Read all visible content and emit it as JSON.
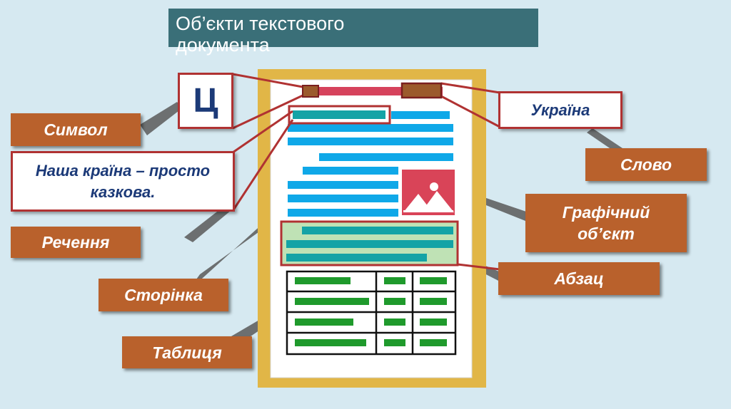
{
  "title": {
    "line1": "Об’єкти текстового",
    "line2": "документа"
  },
  "labels": {
    "symbol": "Символ",
    "symbol_letter": "Ц",
    "sentence_example": "Наша країна – просто казкова.",
    "sentence": "Речення",
    "page": "Сторінка",
    "table": "Таблиця",
    "word_example": "Україна",
    "word": "Слово",
    "graphic_object": "Графічний об’єкт",
    "paragraph": "Абзац"
  },
  "colors": {
    "background": "#d6e9f1",
    "title_bg": "#3a6f78",
    "label_bg": "#b9612c",
    "frame_red": "#b03232",
    "text_blue": "#1c3a78",
    "line_cyan": "#0fa8e8",
    "line_teal": "#14a3a6",
    "cell_green": "#1f9a2c",
    "page_gold": "#e1b647"
  }
}
